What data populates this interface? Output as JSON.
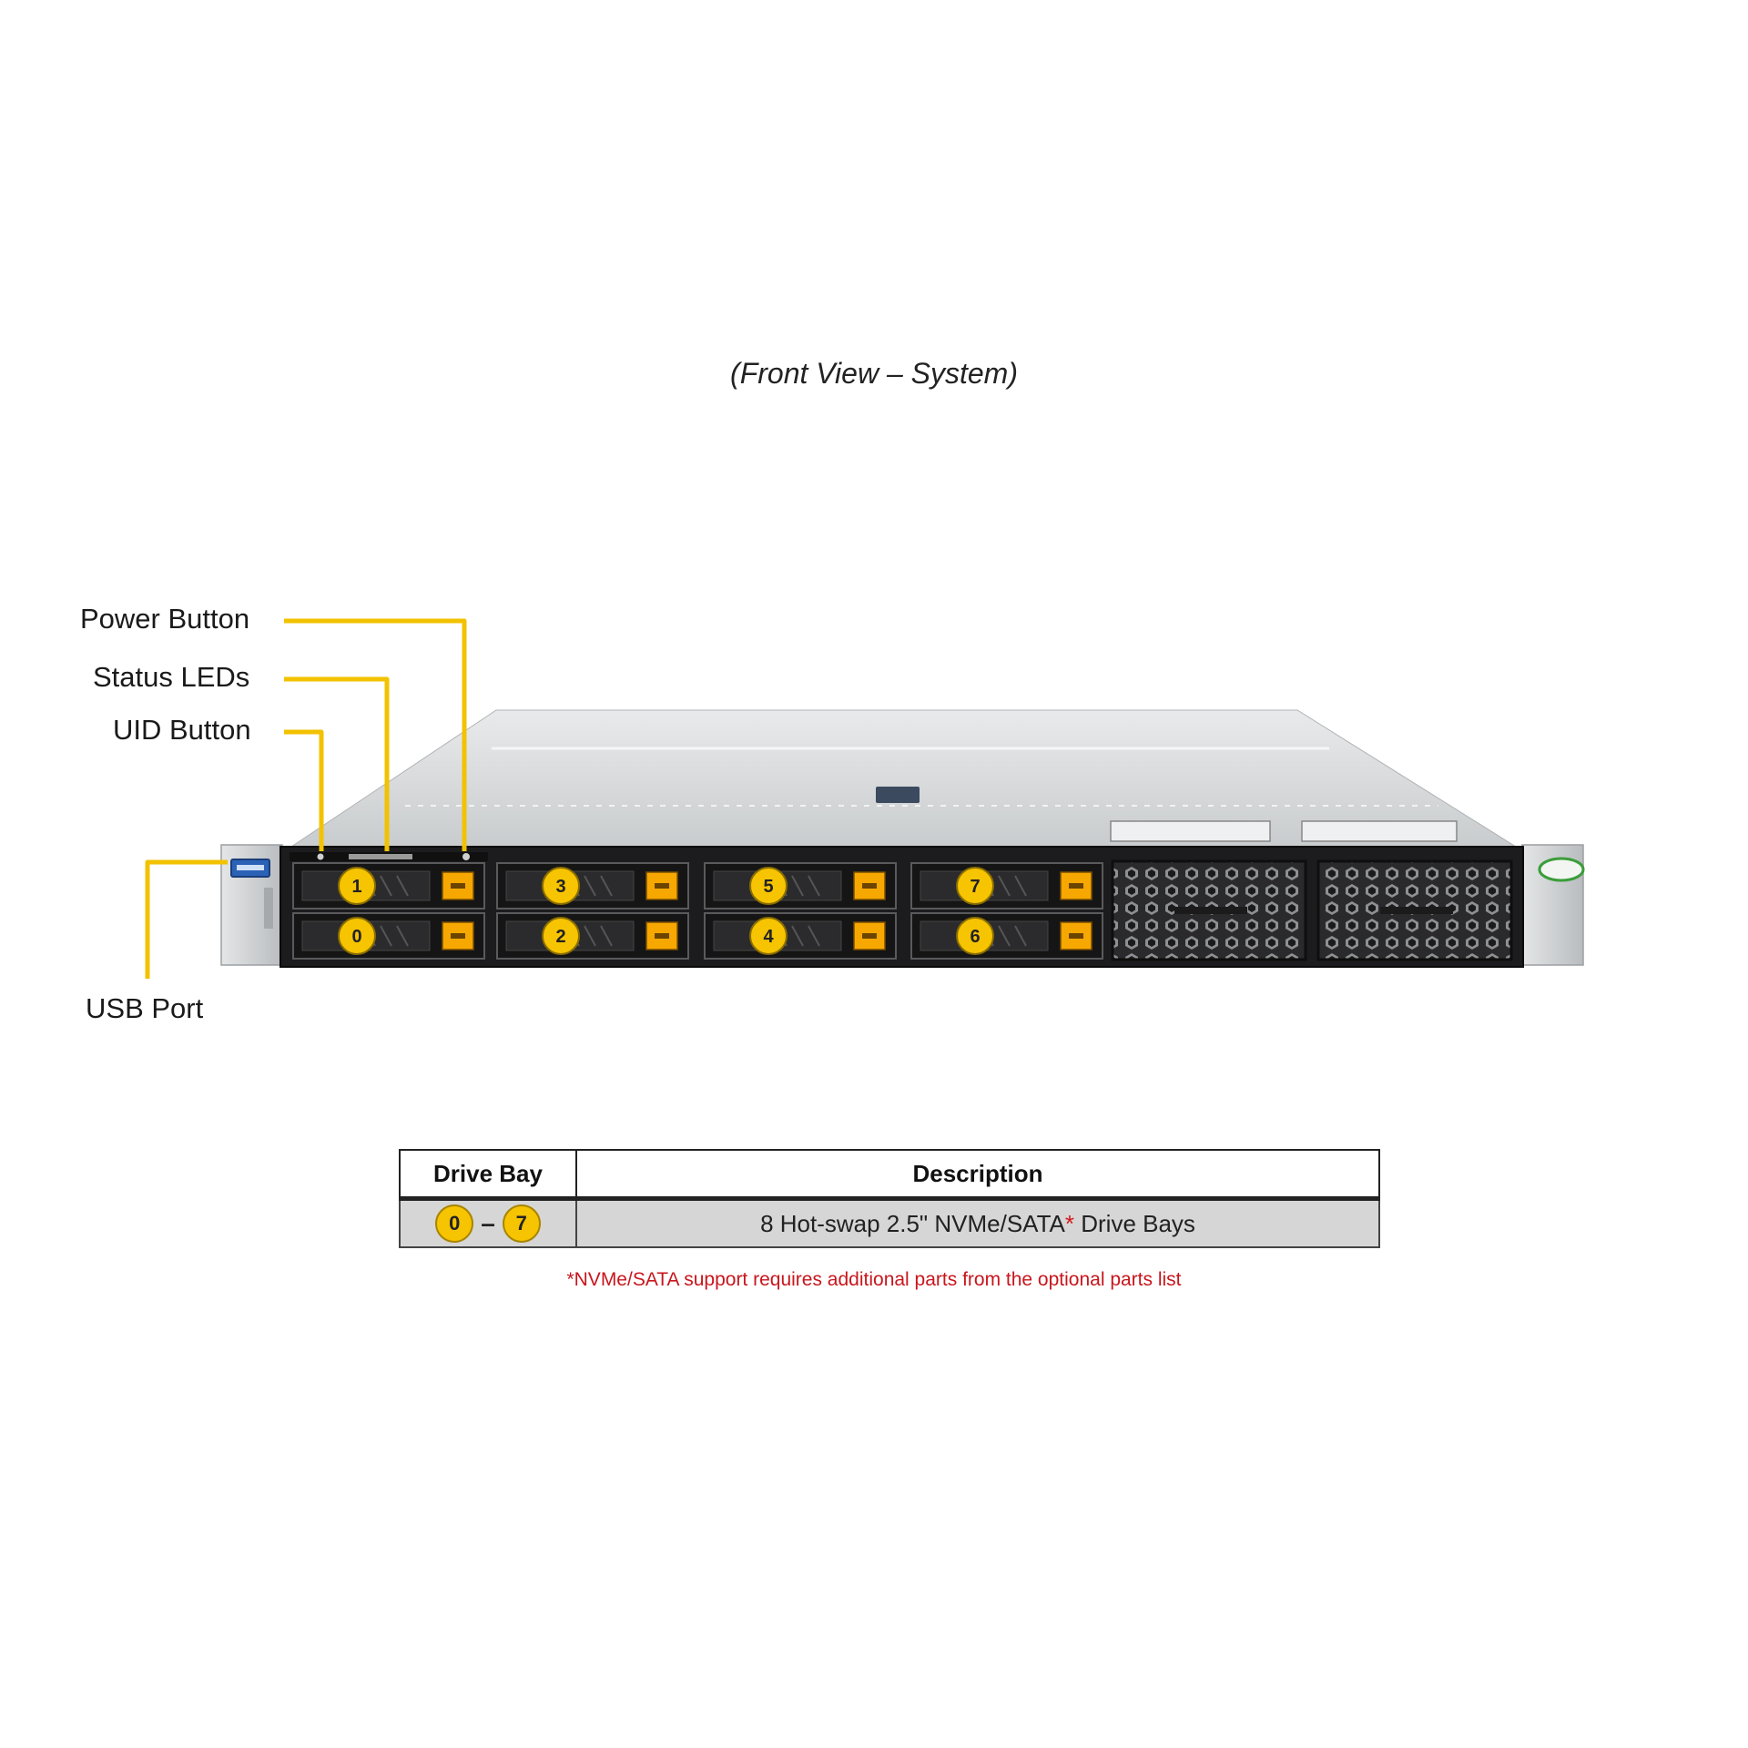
{
  "title": "(Front View – System)",
  "callouts": {
    "power_button": "Power Button",
    "status_leds": "Status LEDs",
    "uid_button": "UID Button",
    "usb_port": "USB Port"
  },
  "drive_bays": {
    "top_row": [
      "1",
      "3",
      "5",
      "7"
    ],
    "bottom_row": [
      "0",
      "2",
      "4",
      "6"
    ]
  },
  "table": {
    "headers": [
      "Drive Bay",
      "Description"
    ],
    "row": {
      "range_start": "0",
      "range_sep": "–",
      "range_end": "7",
      "description": "8 Hot-swap 2.5\" NVMe/SATA",
      "asterisk": "*",
      "description_suffix": " Drive Bays"
    }
  },
  "footnote": "*NVMe/SATA support requires additional parts from the optional parts list",
  "colors": {
    "callout_line": "#f2c200",
    "badge": "#f6c400",
    "drive_latch": "#f7a800",
    "footnote": "#c8161d",
    "chassis": "#cfd2d4",
    "front_panel": "#1c1c1e"
  }
}
